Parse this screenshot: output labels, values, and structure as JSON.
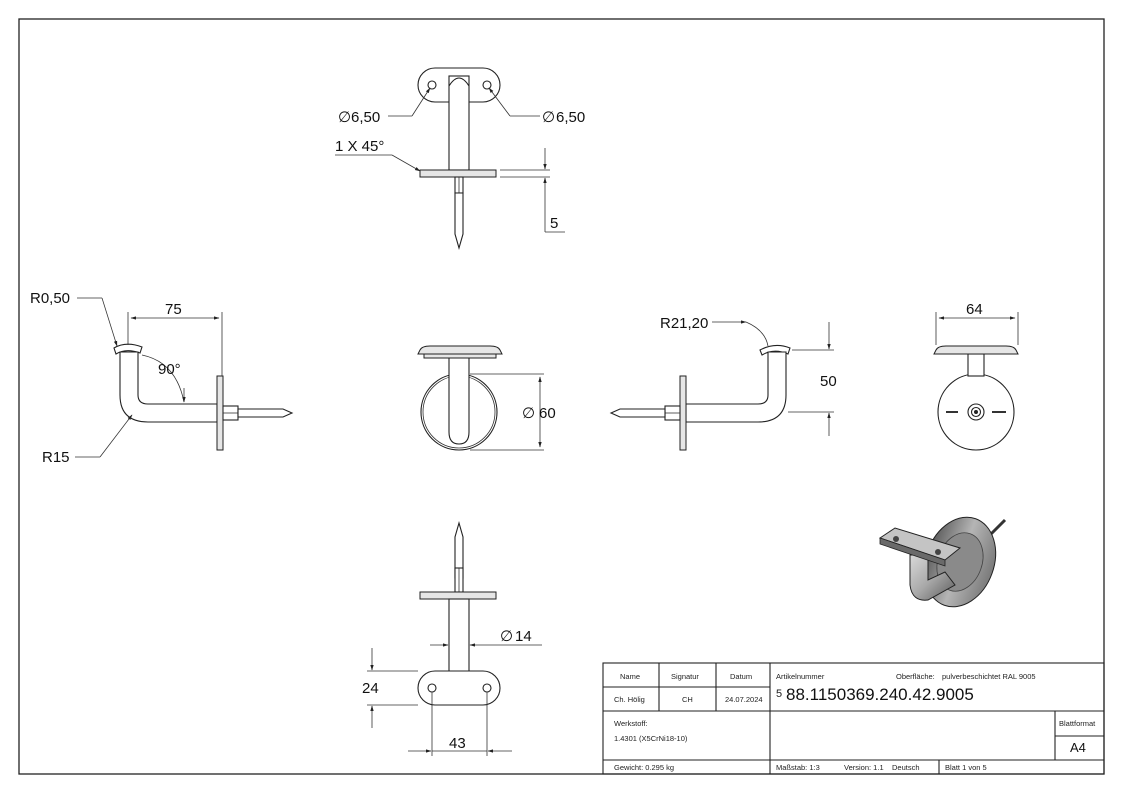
{
  "dimensions": {
    "hole_left": "6,50",
    "hole_right": "6,50",
    "chamfer": "1 X 45°",
    "plate_thickness": "5",
    "radius_small": "R0,50",
    "length_75": "75",
    "angle": "90°",
    "bend_radius": "R15",
    "rosette_dia": "60",
    "radius_saddle": "R21,20",
    "height_50": "50",
    "saddle_width": "64",
    "tube_dia": "14",
    "saddle_height": "24",
    "hole_spacing": "43",
    "dia_symbol": "∅"
  },
  "title_block": {
    "headers": {
      "name": "Name",
      "signature": "Signatur",
      "date": "Datum"
    },
    "author": {
      "name": "Ch. Hölig",
      "signature": "CH",
      "date": "24.07.2024"
    },
    "article_label": "Artikelnummer",
    "surface_label": "Oberfläche:",
    "surface_value": "pulverbeschichtet RAL 9005",
    "sheet_index": "5",
    "article_number": "88.1150369.240.42.9005",
    "material_label": "Werkstoff:",
    "material_value": "1.4301 (X5CrNi18-10)",
    "format_label": "Blattformat",
    "format_value": "A4",
    "weight": "Gewicht: 0.295 kg",
    "scale": "Maßstab: 1:3",
    "version": "Version: 1.1",
    "language": "Deutsch",
    "sheet": "Blatt 1 von 5"
  }
}
